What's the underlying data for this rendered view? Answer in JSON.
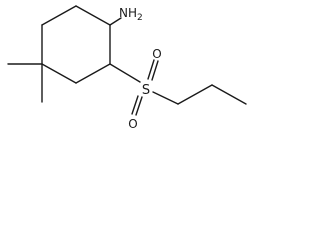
{
  "atoms": {
    "amine": "NH",
    "amine_subscript": "2",
    "sulfur": "S",
    "oxygen_top": "O",
    "oxygen_bottom": "O"
  },
  "colors": {
    "bond": "#1a1a1a",
    "text": "#1a1a1a",
    "background": "#ffffff"
  }
}
